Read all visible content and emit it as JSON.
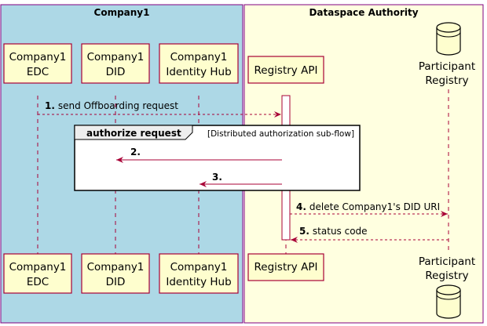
{
  "boxes": [
    {
      "id": "company1",
      "title": "Company1",
      "fill": "#ADD8E6"
    },
    {
      "id": "authority",
      "title": "Dataspace Authority",
      "fill": "#FFFFE0"
    }
  ],
  "colors": {
    "frame_border": "#800080",
    "participant_fill": "#FEFECE",
    "participant_border": "#A80036",
    "arrow": "#A80036",
    "fragment_border": "#000000"
  },
  "participants": {
    "edc": {
      "line1": "Company1",
      "line2": "EDC"
    },
    "did": {
      "line1": "Company1",
      "line2": "DID"
    },
    "hub": {
      "line1": "Company1",
      "line2": "Identity Hub"
    },
    "registry_api": {
      "label": "Registry API"
    },
    "participant_registry": {
      "line1": "Participant",
      "line2": "Registry",
      "icon": "database-icon"
    }
  },
  "messages": [
    {
      "num": "1.",
      "text": "send Offboarding request",
      "from": "Company1 EDC",
      "to": "Registry API",
      "style": "dashed"
    },
    {
      "num": "2.",
      "text": "",
      "from": "Registry API",
      "to": "Company1 DID",
      "style": "solid"
    },
    {
      "num": "3.",
      "text": "",
      "from": "Registry API",
      "to": "Company1 Identity Hub",
      "style": "solid"
    },
    {
      "num": "4.",
      "text": "delete Company1's DID URI",
      "from": "Registry API",
      "to": "Participant Registry",
      "style": "dashed"
    },
    {
      "num": "5.",
      "text": "status code",
      "from": "Participant Registry",
      "to": "Registry API",
      "style": "dashed"
    }
  ],
  "fragment": {
    "title": "authorize request",
    "guard": "[Distributed authorization sub-flow]"
  }
}
